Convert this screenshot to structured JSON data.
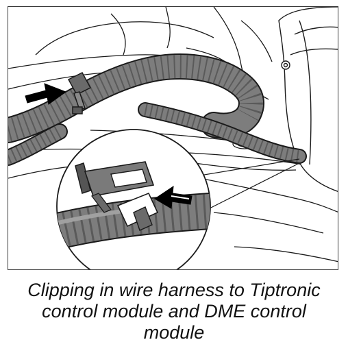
{
  "caption": {
    "line1": "Clipping in wire harness to Tiptronic",
    "line2": "control module and DME control",
    "line3": "module"
  },
  "colors": {
    "line_art": "#1a1a1a",
    "harness_fill": "#7d7d7d",
    "harness_dark": "#5a5a5a",
    "arrow_fill": "#000000",
    "background": "#ffffff"
  },
  "figure": {
    "kind": "technical-line-illustration",
    "callouts": 2,
    "detail_inset": "circular magnified view of harness clip"
  }
}
